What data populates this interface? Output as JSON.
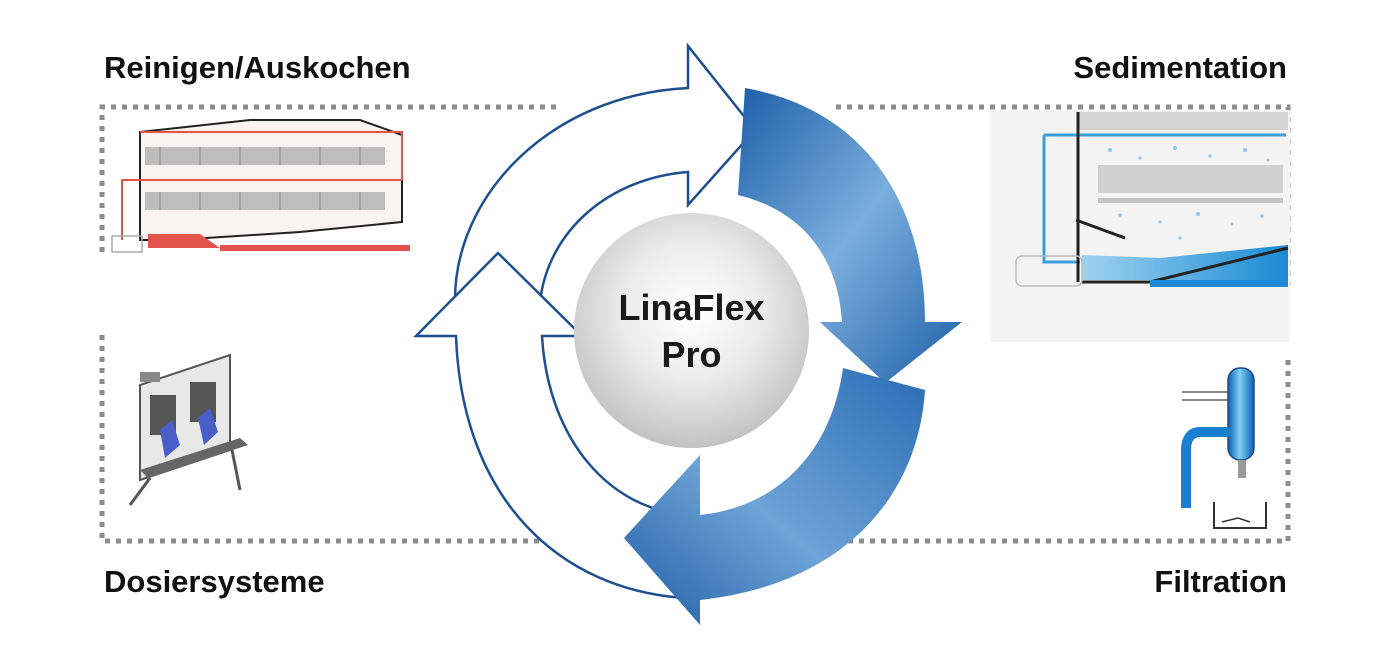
{
  "labels": {
    "top_left": "Reinigen/Auskochen",
    "top_right": "Sedimentation",
    "bottom_left": "Dosiersysteme",
    "bottom_right": "Filtration"
  },
  "center": {
    "line1": "LinaFlex",
    "line2": "Pro"
  },
  "colors": {
    "arrow_blue_dark": "#1e5fa8",
    "arrow_blue_light": "#6ea4d6",
    "outline_blue": "#1f4f8e",
    "dotted_border": "#8c8c8c",
    "cleaning_red": "#e2544b",
    "sediment_blue": "#3b9ed8"
  },
  "icons": {
    "cleaning": "cleaning-tank-icon",
    "sedimentation": "sedimentation-tank-icon",
    "dosing": "dosing-system-icon",
    "filtration": "filtration-unit-icon"
  }
}
